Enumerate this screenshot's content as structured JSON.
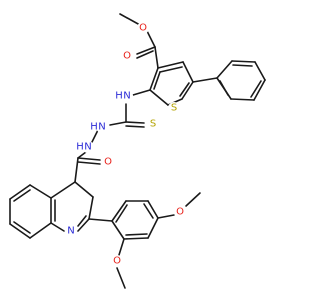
{
  "colors": {
    "bond": "#1a1a1a",
    "carbon": "#1a1a1a",
    "oxygen": "#e8221b",
    "nitrogen": "#2b2bd6",
    "sulfur": "#b3a300",
    "background": "#ffffff"
  },
  "atoms": [
    {
      "id": "o_ether_ester",
      "text": "O",
      "element": "oxygen"
    },
    {
      "id": "o_carbonyl_ester",
      "text": "O",
      "element": "oxygen"
    },
    {
      "id": "s_thiophene",
      "text": "S",
      "element": "sulfur"
    },
    {
      "id": "n_amine",
      "text": "N",
      "element": "nitrogen"
    },
    {
      "id": "h_amine",
      "text": "H",
      "element": "nitrogen"
    },
    {
      "id": "s_thione",
      "text": "S",
      "element": "sulfur"
    },
    {
      "id": "n_hydrazine_1",
      "text": "N",
      "element": "nitrogen"
    },
    {
      "id": "h_hydrazine_1",
      "text": "H",
      "element": "nitrogen"
    },
    {
      "id": "n_hydrazine_2",
      "text": "N",
      "element": "nitrogen"
    },
    {
      "id": "h_hydrazine_2",
      "text": "H",
      "element": "nitrogen"
    },
    {
      "id": "o_amide",
      "text": "O",
      "element": "oxygen"
    },
    {
      "id": "n_quinoline",
      "text": "N",
      "element": "nitrogen"
    },
    {
      "id": "o_methoxy_top",
      "text": "O",
      "element": "oxygen"
    },
    {
      "id": "o_methoxy_bottom",
      "text": "O",
      "element": "oxygen"
    }
  ]
}
